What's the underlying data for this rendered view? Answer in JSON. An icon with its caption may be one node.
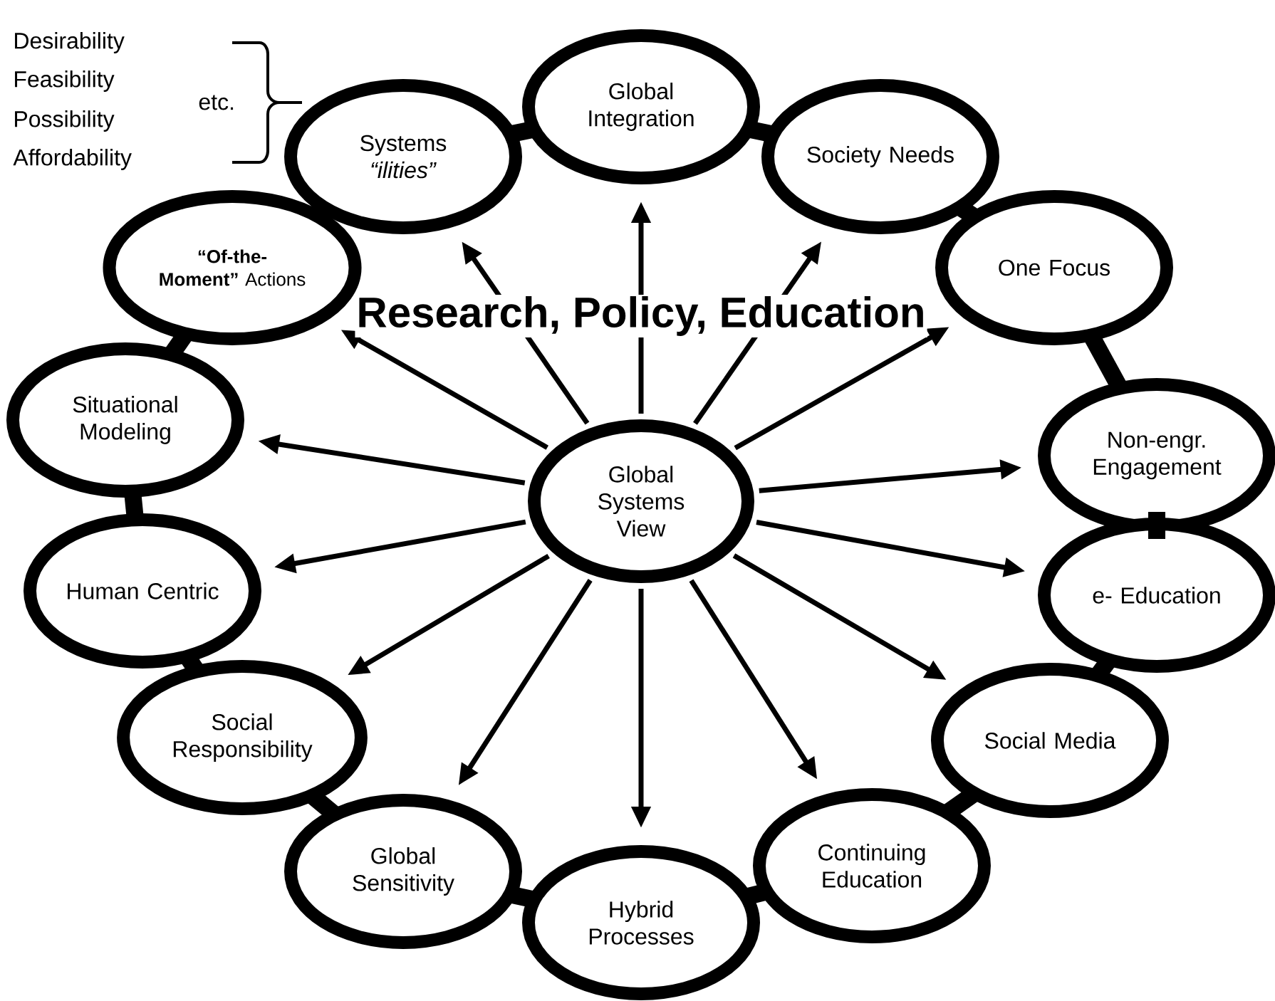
{
  "diagram": {
    "nodes": [
      {
        "text": [
          "Global Systems View"
        ]
      },
      {
        "text": [
          "Global Integration"
        ]
      },
      {
        "text": [
          "Society Needs"
        ]
      },
      {
        "text": [
          "One Focus"
        ]
      },
      {
        "text": [
          "Non-engr. Engagement"
        ]
      },
      {
        "text": [
          "e- Education"
        ]
      },
      {
        "text": [
          "Social Media"
        ]
      },
      {
        "text": [
          "Continuing Education"
        ]
      },
      {
        "text": [
          "Hybrid Processes"
        ]
      },
      {
        "text": [
          "Global Sensitivity"
        ]
      },
      {
        "text": [
          "Social Responsibility"
        ]
      },
      {
        "text": [
          "Human Centric"
        ]
      },
      {
        "text": [
          "Situational Modeling"
        ]
      },
      {
        "text": [
          "**“Of-the-Moment”** Actions"
        ]
      },
      {
        "text": [
          "Systems *“ilities”*"
        ]
      }
    ],
    "edges": [
      {
        "from": 0,
        "to": 1,
        "arrow": "to"
      },
      {
        "from": 0,
        "to": 2,
        "arrow": "to"
      },
      {
        "from": 0,
        "to": 3,
        "arrow": "to"
      },
      {
        "from": 0,
        "to": 4,
        "arrow": "to"
      },
      {
        "from": 0,
        "to": 5,
        "arrow": "to"
      },
      {
        "from": 0,
        "to": 6,
        "arrow": "to"
      },
      {
        "from": 0,
        "to": 7,
        "arrow": "to"
      },
      {
        "from": 0,
        "to": 8,
        "arrow": "to"
      },
      {
        "from": 0,
        "to": 9,
        "arrow": "to"
      },
      {
        "from": 0,
        "to": 10,
        "arrow": "to"
      },
      {
        "from": 0,
        "to": 11,
        "arrow": "to"
      },
      {
        "from": 0,
        "to": 12,
        "arrow": "to"
      },
      {
        "from": 0,
        "to": 13,
        "arrow": "to"
      },
      {
        "from": 0,
        "to": 14,
        "arrow": "to"
      },
      {
        "from": 1,
        "to": 2,
        "arrow": "none",
        "style": "thick"
      },
      {
        "from": 2,
        "to": 3,
        "arrow": "none",
        "style": "thick"
      },
      {
        "from": 3,
        "to": 4,
        "arrow": "none",
        "style": "thick"
      },
      {
        "from": 4,
        "to": 5,
        "arrow": "none",
        "style": "thick"
      },
      {
        "from": 5,
        "to": 6,
        "arrow": "none",
        "style": "thick"
      },
      {
        "from": 6,
        "to": 7,
        "arrow": "none",
        "style": "thick"
      },
      {
        "from": 7,
        "to": 8,
        "arrow": "none",
        "style": "thick"
      },
      {
        "from": 8,
        "to": 9,
        "arrow": "none",
        "style": "thick"
      },
      {
        "from": 9,
        "to": 10,
        "arrow": "none",
        "style": "thick"
      },
      {
        "from": 10,
        "to": 11,
        "arrow": "none",
        "style": "thick"
      },
      {
        "from": 11,
        "to": 12,
        "arrow": "none",
        "style": "thick"
      },
      {
        "from": 12,
        "to": 13,
        "arrow": "none",
        "style": "thick"
      },
      {
        "from": 13,
        "to": 14,
        "arrow": "none",
        "style": "thick"
      },
      {
        "from": 14,
        "to": 1,
        "arrow": "none",
        "style": "thick"
      }
    ],
    "labels": [
      "Desirability",
      "Feasibility",
      "Possibility",
      "Affordability",
      "etc.",
      "Research, Policy, Education"
    ]
  }
}
